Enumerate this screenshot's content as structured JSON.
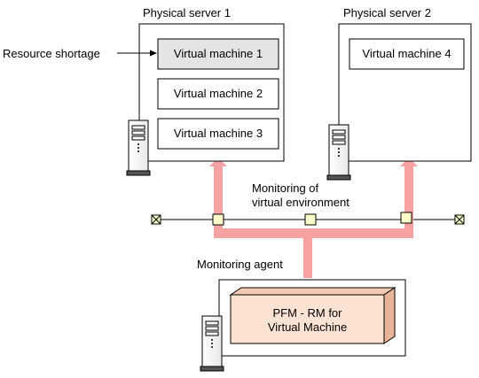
{
  "servers": [
    {
      "title": "Physical server 1",
      "vms": [
        "Virtual machine 1",
        "Virtual machine 2",
        "Virtual machine 3"
      ]
    },
    {
      "title": "Physical server 2",
      "vms": [
        "Virtual machine 4"
      ]
    }
  ],
  "callout": "Resource shortage",
  "monitoring_label": [
    "Monitoring of",
    "virtual environment"
  ],
  "agent_label": "Monitoring agent",
  "pfm_label": [
    "PFM - RM for",
    "Virtual Machine"
  ],
  "colors": {
    "arrow": "#f7a2a2",
    "vm_highlight": "#e4e4e4",
    "pfm_fill": "#fbe2d3",
    "node_fill": "#ffffcc"
  }
}
